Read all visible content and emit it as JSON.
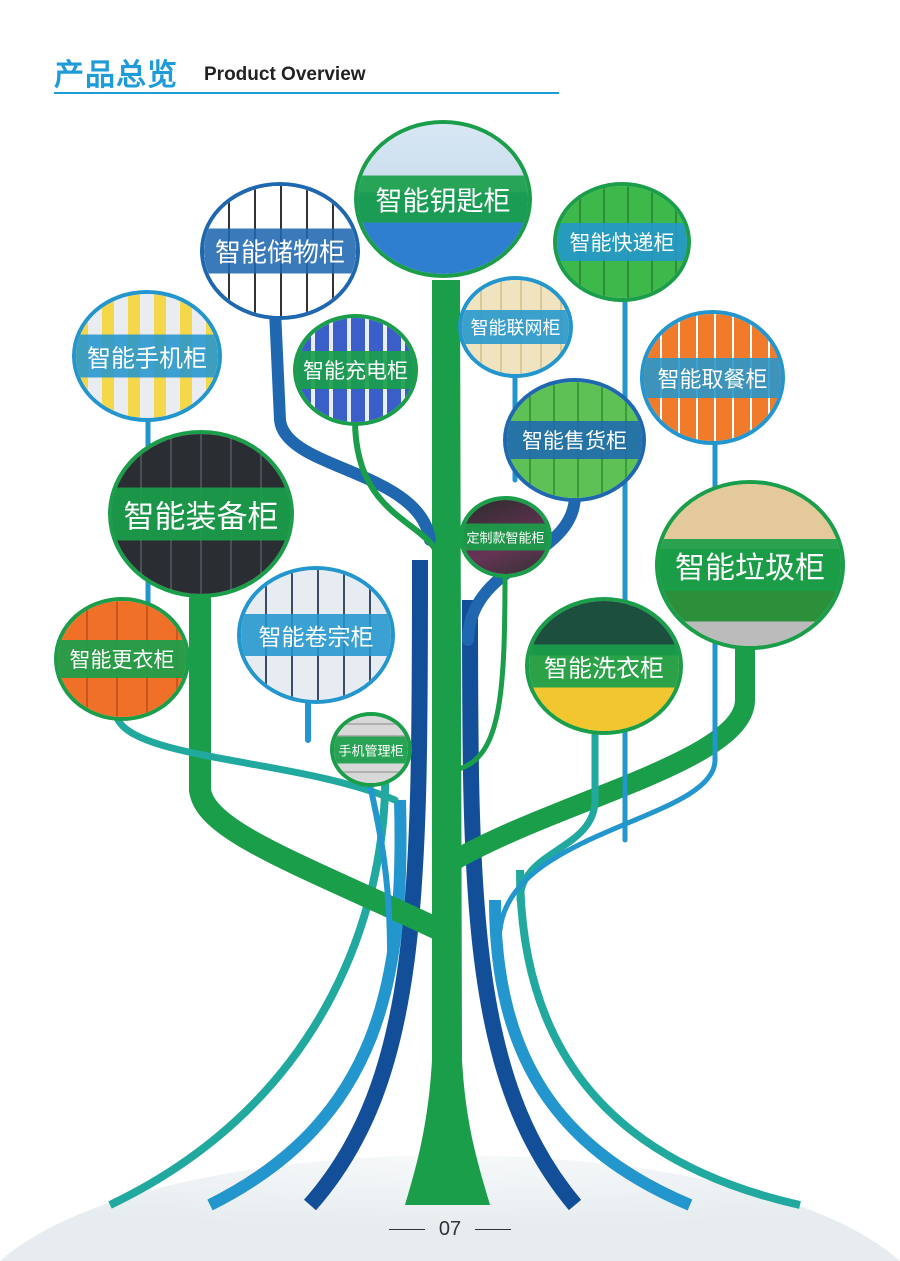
{
  "header": {
    "title_cn": "产品总览",
    "title_en": "Product Overview"
  },
  "colors": {
    "green": "#1a9e4a",
    "blue": "#1f68b0",
    "dark_blue": "#134f99",
    "cyan": "#2396cd",
    "teal": "#21a9a0",
    "title": "#1e9bd8"
  },
  "nodes": [
    {
      "label": "智能钥匙柜",
      "icon": "key-cabinet-photo"
    },
    {
      "label": "智能储物柜",
      "icon": "storage-locker-photo"
    },
    {
      "label": "智能快递柜",
      "icon": "parcel-locker-photo"
    },
    {
      "label": "智能手机柜",
      "icon": "phone-locker-photo"
    },
    {
      "label": "智能充电柜",
      "icon": "charging-locker-photo"
    },
    {
      "label": "智能联网柜",
      "icon": "network-locker-photo"
    },
    {
      "label": "智能取餐柜",
      "icon": "food-pickup-locker-photo"
    },
    {
      "label": "智能售货柜",
      "icon": "vending-locker-photo"
    },
    {
      "label": "智能装备柜",
      "icon": "equipment-cabinet-photo"
    },
    {
      "label": "定制款智能柜",
      "icon": "custom-locker-photo"
    },
    {
      "label": "智能垃圾柜",
      "icon": "garbage-station-photo"
    },
    {
      "label": "智能更衣柜",
      "icon": "changing-locker-photo"
    },
    {
      "label": "智能卷宗柜",
      "icon": "file-cabinet-photo"
    },
    {
      "label": "智能洗衣柜",
      "icon": "laundry-locker-photo"
    },
    {
      "label": "手机管理柜",
      "icon": "phone-management-photo"
    }
  ],
  "footer": {
    "page_number": "07"
  }
}
